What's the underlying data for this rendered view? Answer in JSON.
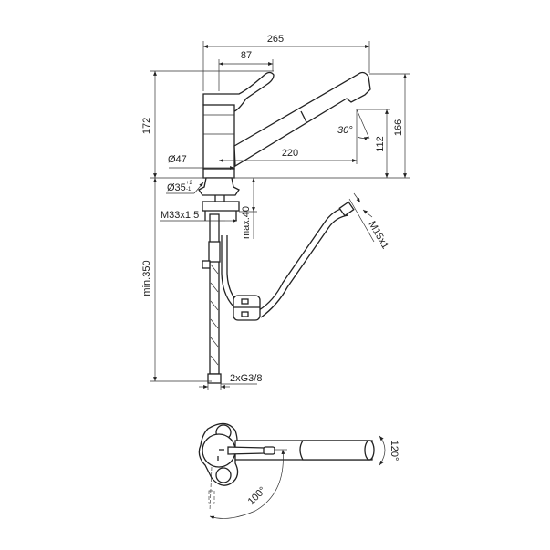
{
  "drawing": {
    "side_view": {
      "dim_overall_width": "265",
      "dim_lever_reach": "87",
      "dim_total_height": "172",
      "dim_spout_height": "166",
      "dim_outlet_height": "112",
      "dim_spout_reach": "220",
      "dim_angle_outlet": "30°",
      "dim_body_diameter": "Ø47",
      "dim_hole_diameter": "Ø35",
      "dim_hole_tolerance_upper": "+2",
      "dim_hole_tolerance_lower": "-1",
      "dim_thread": "M33x1.5",
      "dim_max_deck": "max.40",
      "dim_hose_thread": "M15x1",
      "dim_min_hose": "min.350",
      "dim_connection": "2xG3/8"
    },
    "top_view": {
      "angle_spout_swivel": "100°",
      "angle_head_rotation": "120°"
    }
  }
}
